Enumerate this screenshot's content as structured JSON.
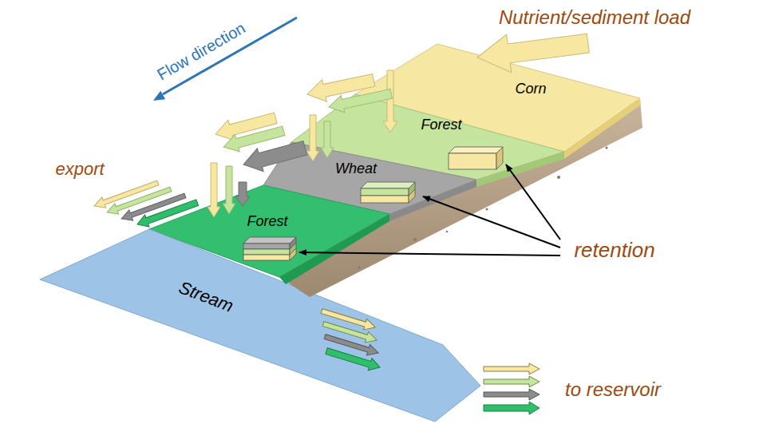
{
  "diagram": {
    "nodes": [
      {
        "text": [
          "Corn"
        ]
      },
      {
        "text": [
          "Forest"
        ]
      },
      {
        "text": [
          "Wheat"
        ]
      },
      {
        "text": [
          "Forest"
        ]
      },
      {
        "text": [
          "Stream"
        ]
      }
    ],
    "labels": [
      "Flow direction",
      "Nutrient/sediment load",
      "export",
      "retention",
      "to reservoir"
    ]
  }
}
